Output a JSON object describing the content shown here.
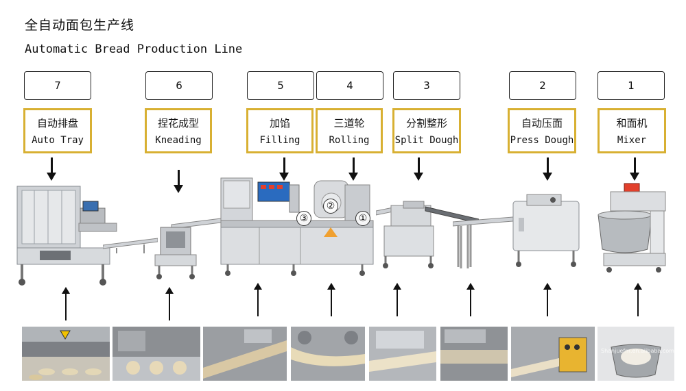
{
  "title_cn": "全自动面包生产线",
  "title_en": "Automatic Bread Production Line",
  "stages": [
    {
      "num": "7",
      "cn": "自动排盘",
      "en": "Auto Tray"
    },
    {
      "num": "6",
      "cn": "捏花成型",
      "en": "Kneading"
    },
    {
      "num": "5",
      "cn": "加馅",
      "en": "Filling"
    },
    {
      "num": "4",
      "cn": "三道轮",
      "en": "Rolling"
    },
    {
      "num": "3",
      "cn": "分割整形",
      "en": "Split Dough"
    },
    {
      "num": "2",
      "cn": "自动压面",
      "en": "Press Dough"
    },
    {
      "num": "1",
      "cn": "和面机",
      "en": "Mixer"
    }
  ],
  "roller_labels": [
    "③",
    "②",
    "①"
  ],
  "watermark": "Shanjuefm.en.alibaba.com",
  "colors": {
    "frame": "#d8b032",
    "steel": "#c9ccd0",
    "dark": "#111111"
  }
}
